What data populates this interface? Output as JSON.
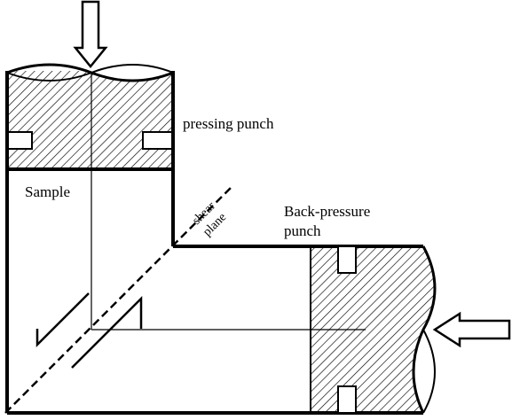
{
  "labels": {
    "pressing_punch": "pressing punch",
    "sample": "Sample",
    "shear_line1": "shear",
    "shear_line2": "plane",
    "back_pressure_line1": "Back-pressure",
    "back_pressure_line2": "punch"
  },
  "icons": {
    "pressing_force": "down-arrow-icon",
    "back_pressure_force": "left-arrow-icon"
  },
  "colors": {
    "stroke": "#000000",
    "background": "#ffffff"
  }
}
